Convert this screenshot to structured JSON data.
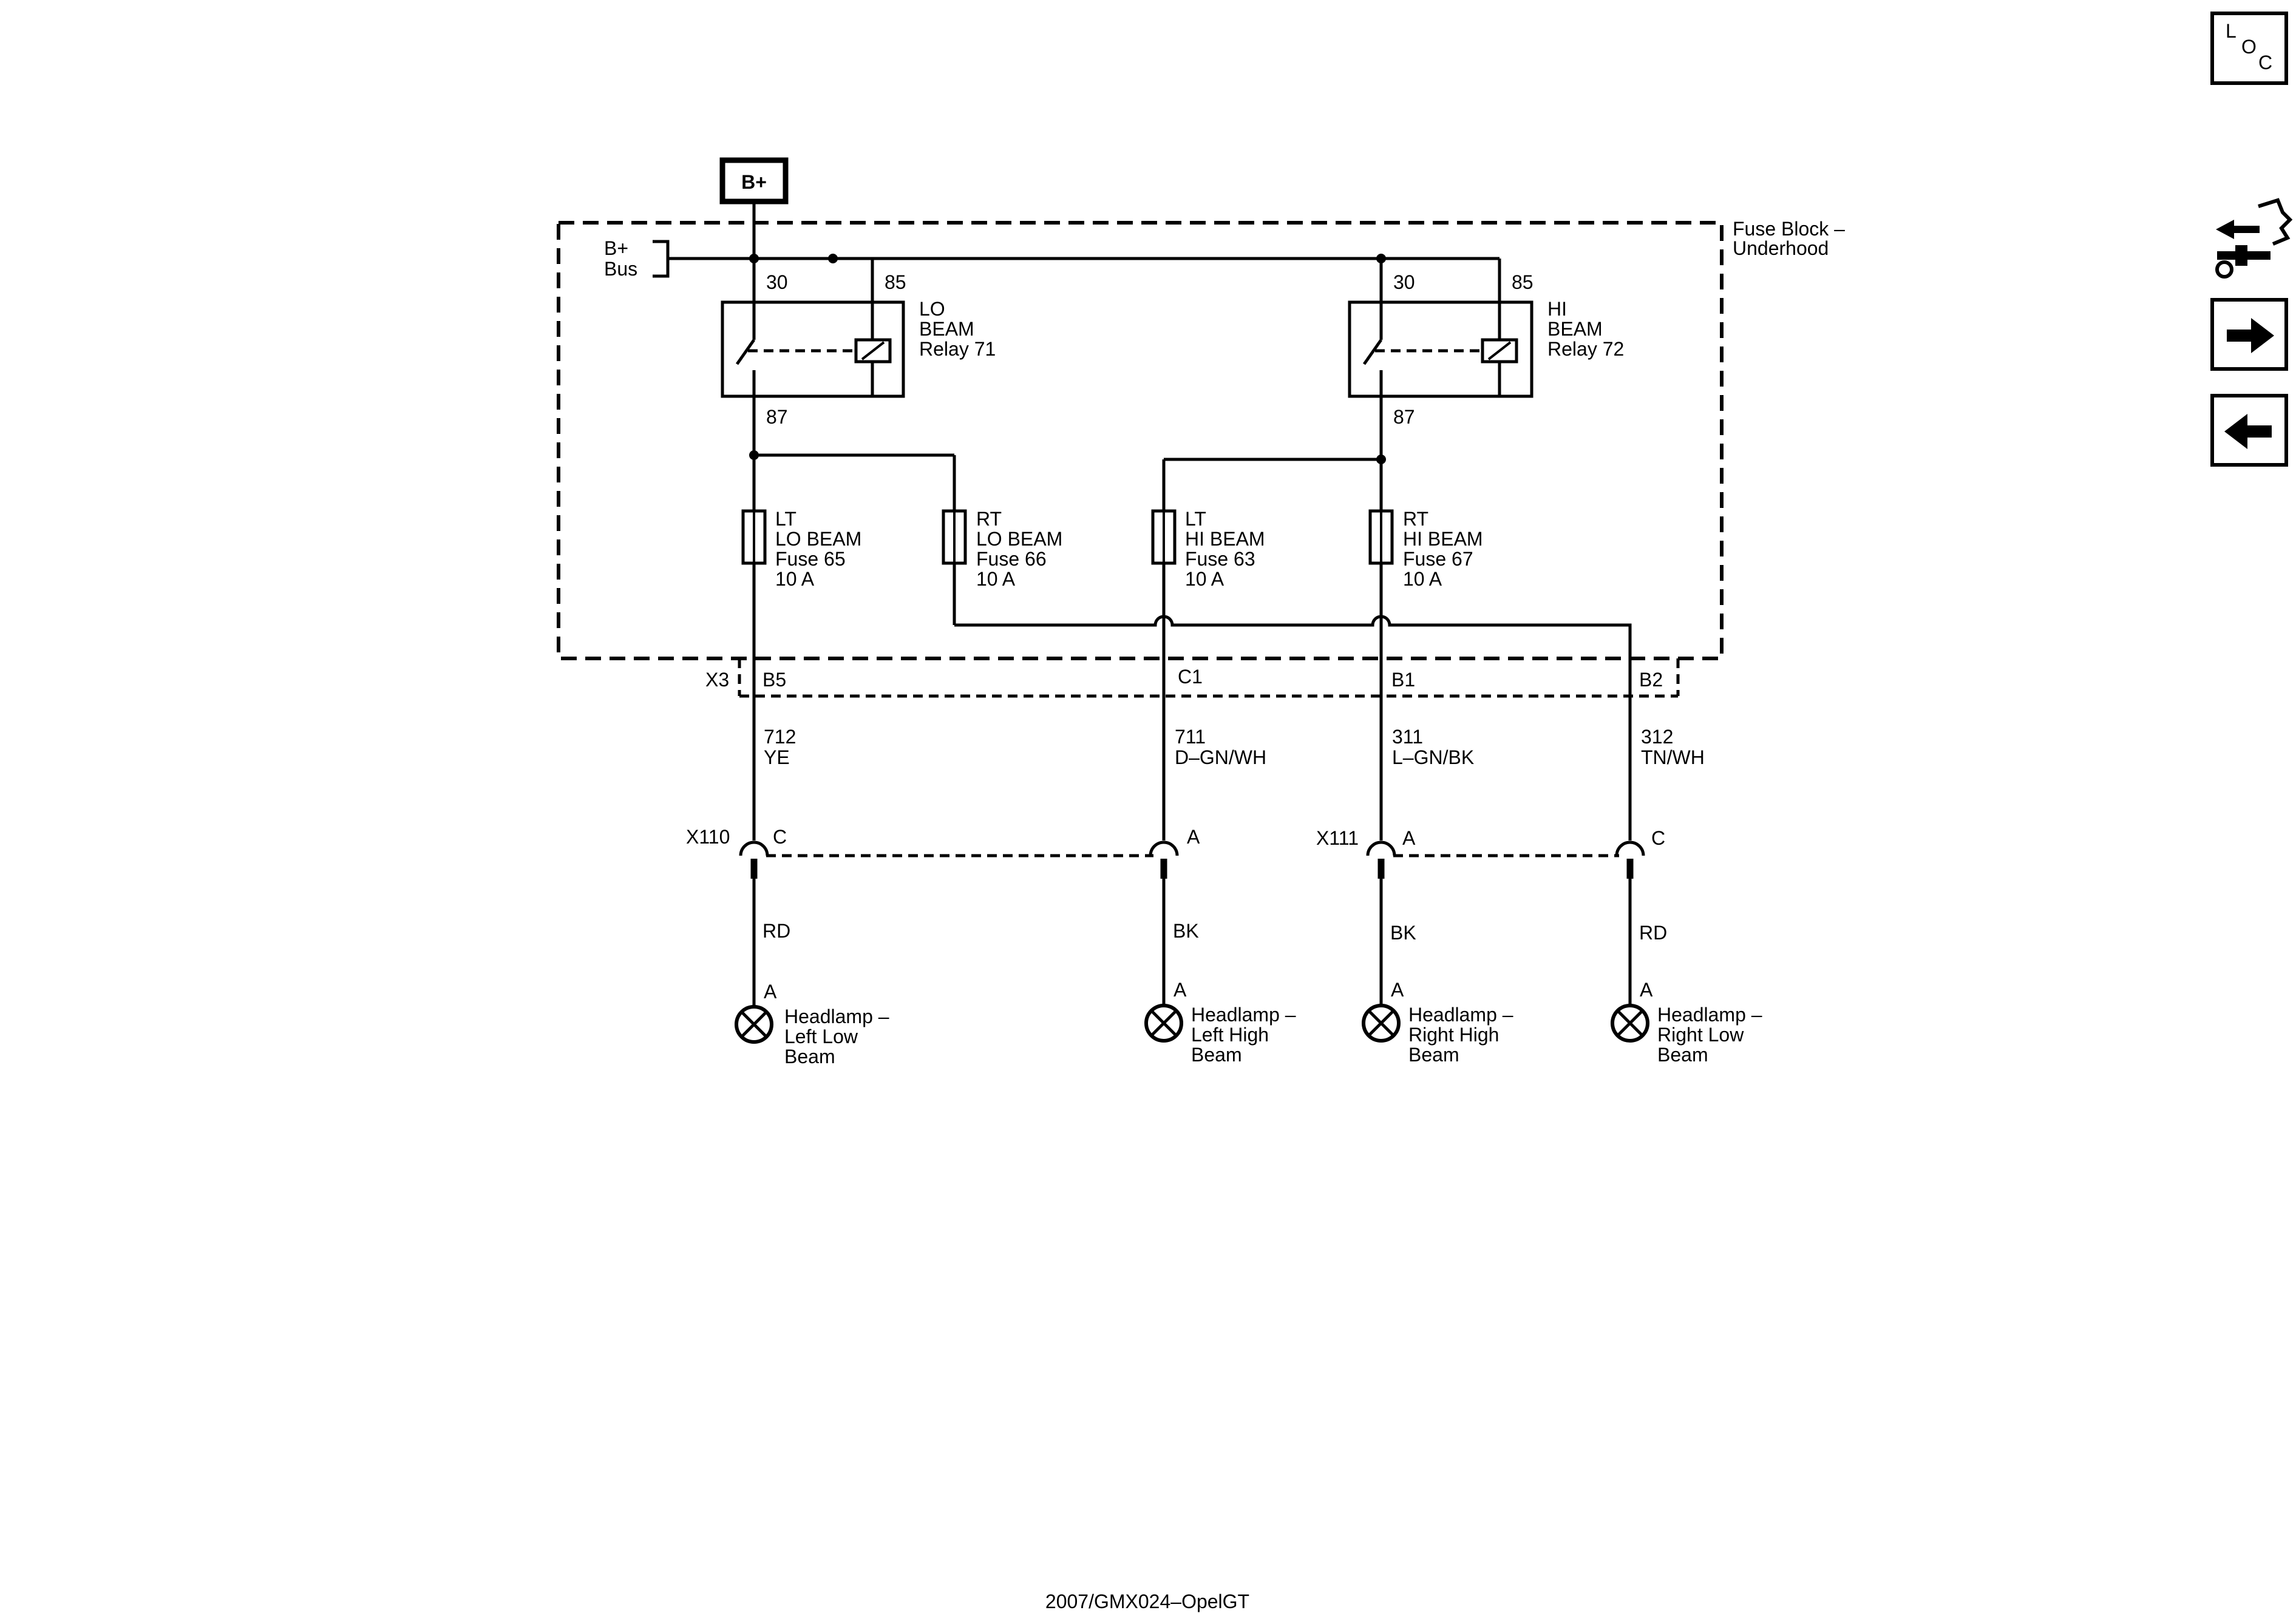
{
  "power_source": "B+",
  "fuse_block": {
    "line1": "Fuse Block –",
    "line2": "Underhood"
  },
  "bus": {
    "line1": "B+",
    "line2": "Bus"
  },
  "relays": [
    {
      "line1": "LO",
      "line2": "BEAM",
      "line3": "Relay 71",
      "pin_30": "30",
      "pin_85": "85",
      "pin_87": "87"
    },
    {
      "line1": "HI",
      "line2": "BEAM",
      "line3": "Relay 72",
      "pin_30": "30",
      "pin_85": "85",
      "pin_87": "87"
    }
  ],
  "fuses": [
    {
      "side": "LT",
      "beam": "LO BEAM",
      "name": "Fuse 65",
      "rating": "10 A"
    },
    {
      "side": "RT",
      "beam": "LO BEAM",
      "name": "Fuse 66",
      "rating": "10 A"
    },
    {
      "side": "LT",
      "beam": "HI BEAM",
      "name": "Fuse 63",
      "rating": "10 A"
    },
    {
      "side": "RT",
      "beam": "HI BEAM",
      "name": "Fuse 67",
      "rating": "10 A"
    }
  ],
  "connector_x3": {
    "name": "X3",
    "pins": [
      "B5",
      "C1",
      "B1",
      "B2"
    ]
  },
  "wires_upper": [
    {
      "circuit": "712",
      "color": "YE"
    },
    {
      "circuit": "711",
      "color": "D–GN/WH"
    },
    {
      "circuit": "311",
      "color": "L–GN/BK"
    },
    {
      "circuit": "312",
      "color": "TN/WH"
    }
  ],
  "inline_connectors": [
    {
      "name": "X110",
      "pins": [
        "C",
        "A"
      ]
    },
    {
      "name": "X111",
      "pins": [
        "A",
        "C"
      ]
    }
  ],
  "wires_lower": [
    "RD",
    "BK",
    "BK",
    "RD"
  ],
  "headlamps": [
    {
      "pin": "A",
      "line1": "Headlamp –",
      "line2": "Left Low",
      "line3": "Beam"
    },
    {
      "pin": "A",
      "line1": "Headlamp –",
      "line2": "Left High",
      "line3": "Beam"
    },
    {
      "pin": "A",
      "line1": "Headlamp –",
      "line2": "Right High",
      "line3": "Beam"
    },
    {
      "pin": "A",
      "line1": "Headlamp –",
      "line2": "Right Low",
      "line3": "Beam"
    }
  ],
  "footer": "2007/GMX024–OpelGT",
  "nav": {
    "loc": {
      "l": "L",
      "o": "O",
      "c": "C"
    },
    "icons": [
      "component-locator-icon",
      "connector-tool-icon",
      "next-arrow-icon",
      "previous-arrow-icon"
    ]
  }
}
